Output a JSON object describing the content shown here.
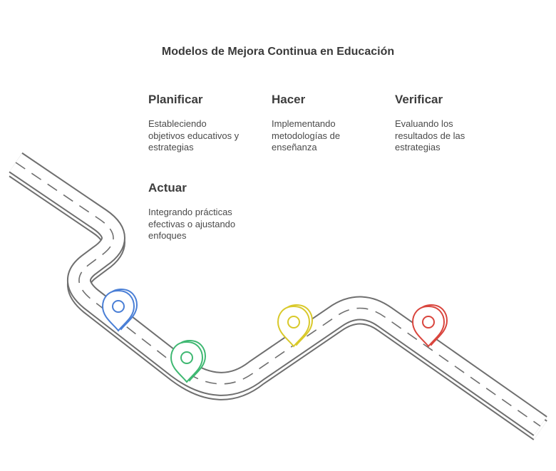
{
  "diagram": {
    "title": "Modelos de Mejora Continua en Educación",
    "steps": [
      {
        "title": "Planificar",
        "description": "Estableciendo objetivos educativos y estrategias",
        "marker_color": "#4a7fd6"
      },
      {
        "title": "Hacer",
        "description": "Implementando metodologías de enseñanza",
        "marker_color": "#d9c92a"
      },
      {
        "title": "Verificar",
        "description": "Evaluando los resultados de las estrategias",
        "marker_color": "#d9453d"
      },
      {
        "title": "Actuar",
        "description": "Integrando prácticas efectivas o ajustando enfoques",
        "marker_color": "#3fb872"
      }
    ],
    "road_color": "#7a7a7a"
  }
}
